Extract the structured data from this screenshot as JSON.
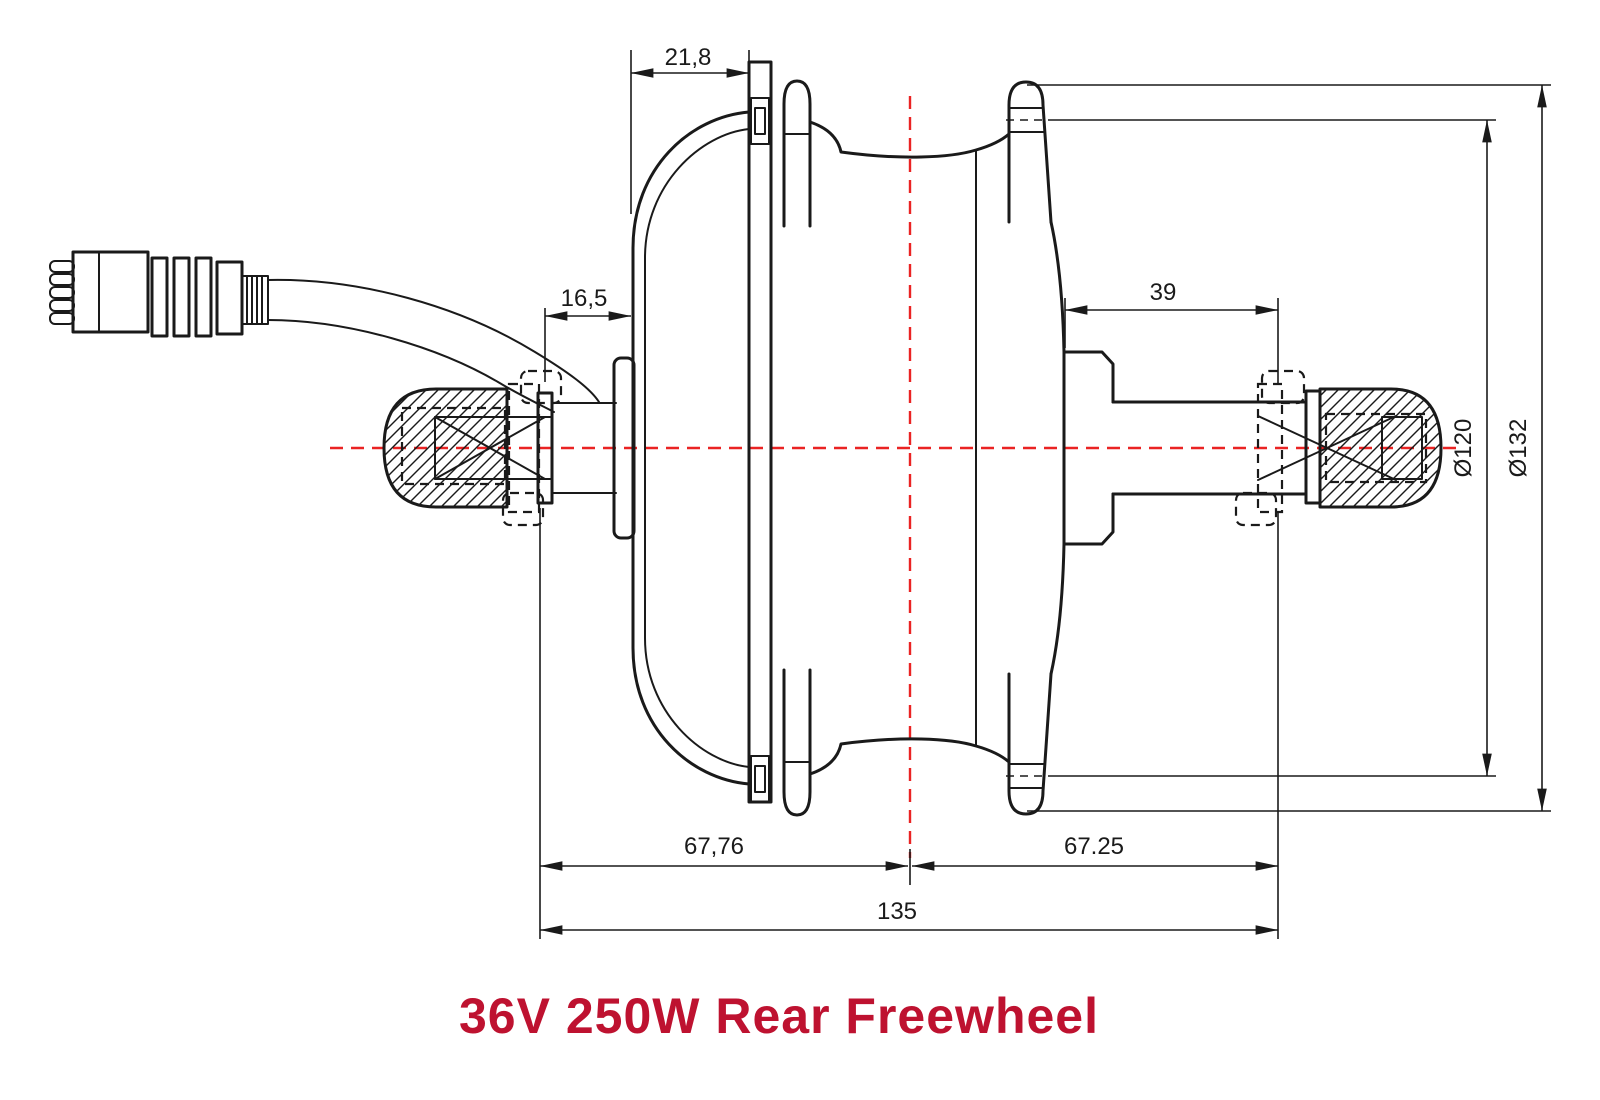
{
  "title": {
    "text": "36V 250W Rear Freewheel"
  },
  "dimensions": {
    "flange_offset_top": "21,8",
    "cover_offset_left": "16,5",
    "freewheel_width": "39",
    "spoke_circle_diameter": "Ø120",
    "flange_diameter": "Ø132",
    "axle_left_half": "67,76",
    "axle_right_half": "67.25",
    "overall_lock_width": "135"
  },
  "colors": {
    "centerline": "#ea2323",
    "title": "#be1230",
    "linework": "#1a1a1a"
  }
}
